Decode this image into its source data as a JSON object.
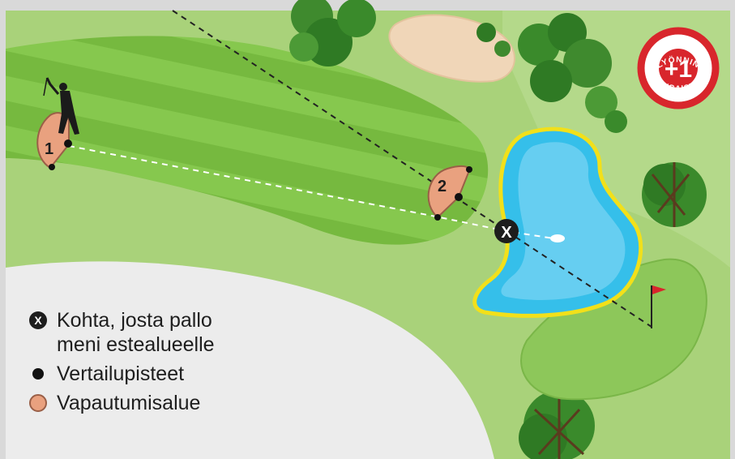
{
  "badge": {
    "top_text": "LYÖNNIN",
    "penalty": "+1",
    "bottom_text": "RANGAISTUS"
  },
  "map": {
    "relief_area_1_label": "1",
    "relief_area_2_label": "2",
    "entry_point_label": "X"
  },
  "legend": {
    "entry_point_symbol": "X",
    "entry_point_text": "Kohta, josta pallo\nmeni estealueelle",
    "reference_points_text": "Vertailupisteet",
    "relief_area_text": "Vapautumisalue"
  },
  "colors": {
    "rough": "#a9d27a",
    "fairway": "#7fc148",
    "water": "#35bfea",
    "water_edge": "#f2e01a",
    "bunker": "#f0d6b8",
    "relief_area": "#e9a17f",
    "flag": "#d8262c",
    "badge_ring": "#d8262c"
  }
}
